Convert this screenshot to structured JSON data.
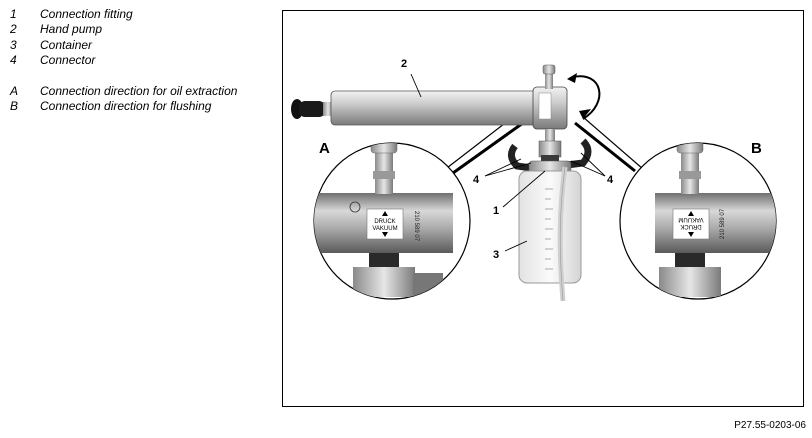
{
  "legend": {
    "items": [
      {
        "key": "1",
        "text": "Connection fitting"
      },
      {
        "key": "2",
        "text": "Hand pump"
      },
      {
        "key": "3",
        "text": "Container"
      },
      {
        "key": "4",
        "text": "Connector"
      }
    ],
    "directions": [
      {
        "key": "A",
        "text": "Connection direction for oil extraction"
      },
      {
        "key": "B",
        "text": "Connection direction for flushing"
      }
    ]
  },
  "figure": {
    "callouts": {
      "c1": "1",
      "c2": "2",
      "c3": "3",
      "c4a": "4",
      "c4b": "4",
      "A": "A",
      "B": "B"
    },
    "label_left": {
      "line1": "DRUCK",
      "line2": "VAKUUM"
    },
    "label_right": {
      "line1": "DRUCK",
      "line2": "VAKUUM"
    },
    "part_no_left": "210 589 07",
    "part_no_right": "210 589 07"
  },
  "image_code": "P27.55-0203-06"
}
